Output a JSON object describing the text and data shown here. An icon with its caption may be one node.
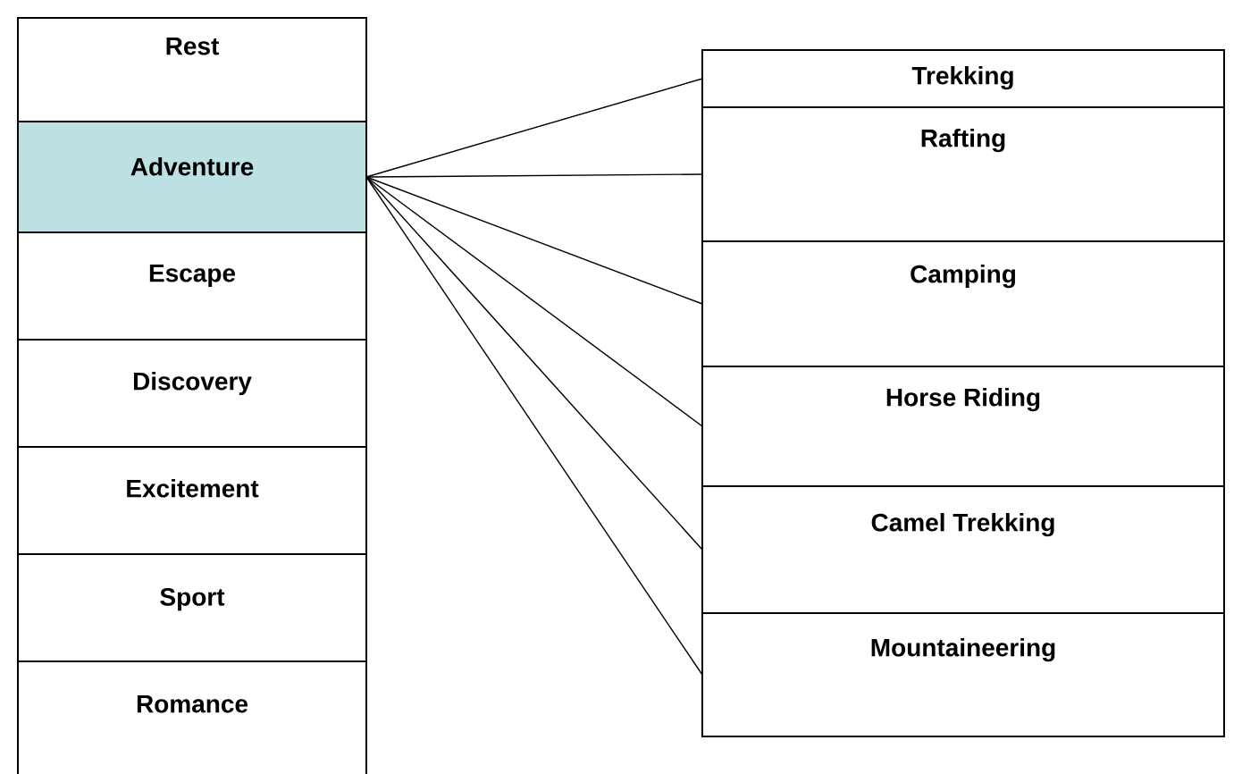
{
  "diagram": {
    "nodes": [
      {
        "text": [
          "Rest"
        ]
      },
      {
        "text": [
          "Adventure"
        ]
      },
      {
        "text": [
          "Escape"
        ]
      },
      {
        "text": [
          "Discovery"
        ]
      },
      {
        "text": [
          "Excitement"
        ]
      },
      {
        "text": [
          "Sport"
        ]
      },
      {
        "text": [
          "Romance"
        ]
      },
      {
        "text": [
          "Trekking"
        ]
      },
      {
        "text": [
          "Rafting"
        ]
      },
      {
        "text": [
          "Camping"
        ]
      },
      {
        "text": [
          "Horse Riding"
        ]
      },
      {
        "text": [
          "Camel Trekking"
        ]
      },
      {
        "text": [
          "Mountaineering"
        ]
      }
    ],
    "edges": [
      {
        "from": 1,
        "to": 7,
        "arrow": "none"
      },
      {
        "from": 1,
        "to": 8,
        "arrow": "none"
      },
      {
        "from": 1,
        "to": 9,
        "arrow": "none"
      },
      {
        "from": 1,
        "to": 10,
        "arrow": "none"
      },
      {
        "from": 1,
        "to": 11,
        "arrow": "none"
      },
      {
        "from": 1,
        "to": 12,
        "arrow": "none"
      }
    ]
  }
}
